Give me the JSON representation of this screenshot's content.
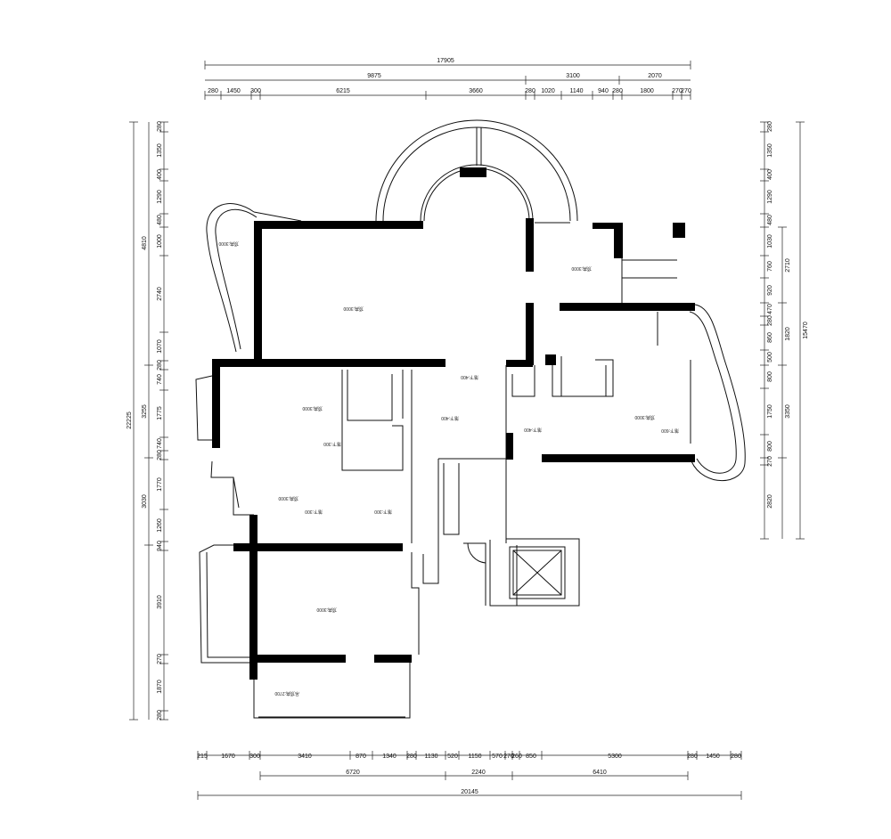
{
  "dimensions": {
    "top_total": "17905",
    "top_mid": [
      "9875",
      "3100",
      "2070"
    ],
    "top_detail": [
      "280",
      "1450",
      "300",
      "6215",
      "3660",
      "280",
      "1020",
      "1140",
      "940",
      "280",
      "1800",
      "270",
      "270"
    ],
    "bottom_detail": [
      "215",
      "1670",
      "300",
      "3410",
      "870",
      "1340",
      "280",
      "1130",
      "520",
      "1150",
      "570",
      "270",
      "260",
      "850",
      "5300",
      "280",
      "1450",
      "280"
    ],
    "bottom_mid": [
      "6720",
      "2240",
      "6410"
    ],
    "bottom_total": "20145",
    "left_detail": [
      "280",
      "1350",
      "400",
      "1290",
      "480",
      "1000",
      "2740",
      "1070",
      "280",
      "740",
      "1775",
      "740",
      "280",
      "1770",
      "1260",
      "940",
      "3910",
      "270",
      "1870",
      "280"
    ],
    "left_mid": [
      "4810",
      "3255",
      "3030"
    ],
    "left_total": "22225",
    "right_detail": [
      "280",
      "1350",
      "400",
      "1290",
      "480",
      "1030",
      "760",
      "920",
      "470",
      "280",
      "860",
      "500",
      "800",
      "1750",
      "800",
      "270",
      "2820"
    ],
    "right_mid": [
      "2710",
      "1820",
      "3350"
    ],
    "right_total": "15470"
  },
  "labels": [
    "顶高:3000",
    "顶高:3000",
    "顶高:3000",
    "顶高:3000",
    "顶高:3000",
    "顶高:3000",
    "顶高:3000",
    "吊顶高:2700",
    "落下:400",
    "落下:400",
    "落下:300",
    "落下:300",
    "落下:400",
    "落下:600",
    "落下:300"
  ]
}
